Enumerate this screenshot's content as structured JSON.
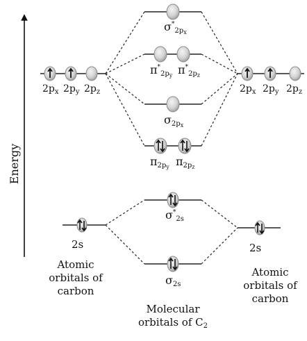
{
  "axis": {
    "label": "Energy"
  },
  "left_atom": {
    "p_labels": [
      "2p",
      "2p",
      "2p"
    ],
    "p_subs": [
      "x",
      "y",
      "z"
    ],
    "s_label": "2s",
    "caption": "Atomic orbitals of carbon"
  },
  "right_atom": {
    "p_labels": [
      "2p",
      "2p",
      "2p"
    ],
    "p_subs": [
      "x",
      "y",
      "z"
    ],
    "s_label": "2s",
    "caption": "Atomic orbitals of carbon"
  },
  "molecular": {
    "caption_line1": "Molecular",
    "caption_line2": "orbitals of C",
    "caption_sub": "2",
    "sigma_star_2px": {
      "symbol": "σ",
      "mark": "*",
      "sub": "2p",
      "subsub": "x"
    },
    "pi_star_2py": {
      "symbol": "π",
      "mark": "*",
      "sub": "2p",
      "subsub": "y"
    },
    "pi_star_2pz": {
      "symbol": "π",
      "mark": "*",
      "sub": "2p",
      "subsub": "z"
    },
    "sigma_2px": {
      "symbol": "σ",
      "sub": "2p",
      "subsub": "x"
    },
    "pi_2py": {
      "symbol": "π",
      "sub": "2p",
      "subsub": "y"
    },
    "pi_2pz": {
      "symbol": "π",
      "sub": "2p",
      "subsub": "z"
    },
    "sigma_star_2s": {
      "symbol": "σ",
      "mark": "*",
      "sub": "2s"
    },
    "sigma_2s": {
      "symbol": "σ",
      "sub": "2s"
    }
  },
  "colors": {
    "orbital_fill": "#d2d2d2",
    "orbital_edge": "#8a8a8a",
    "line": "#222222"
  }
}
